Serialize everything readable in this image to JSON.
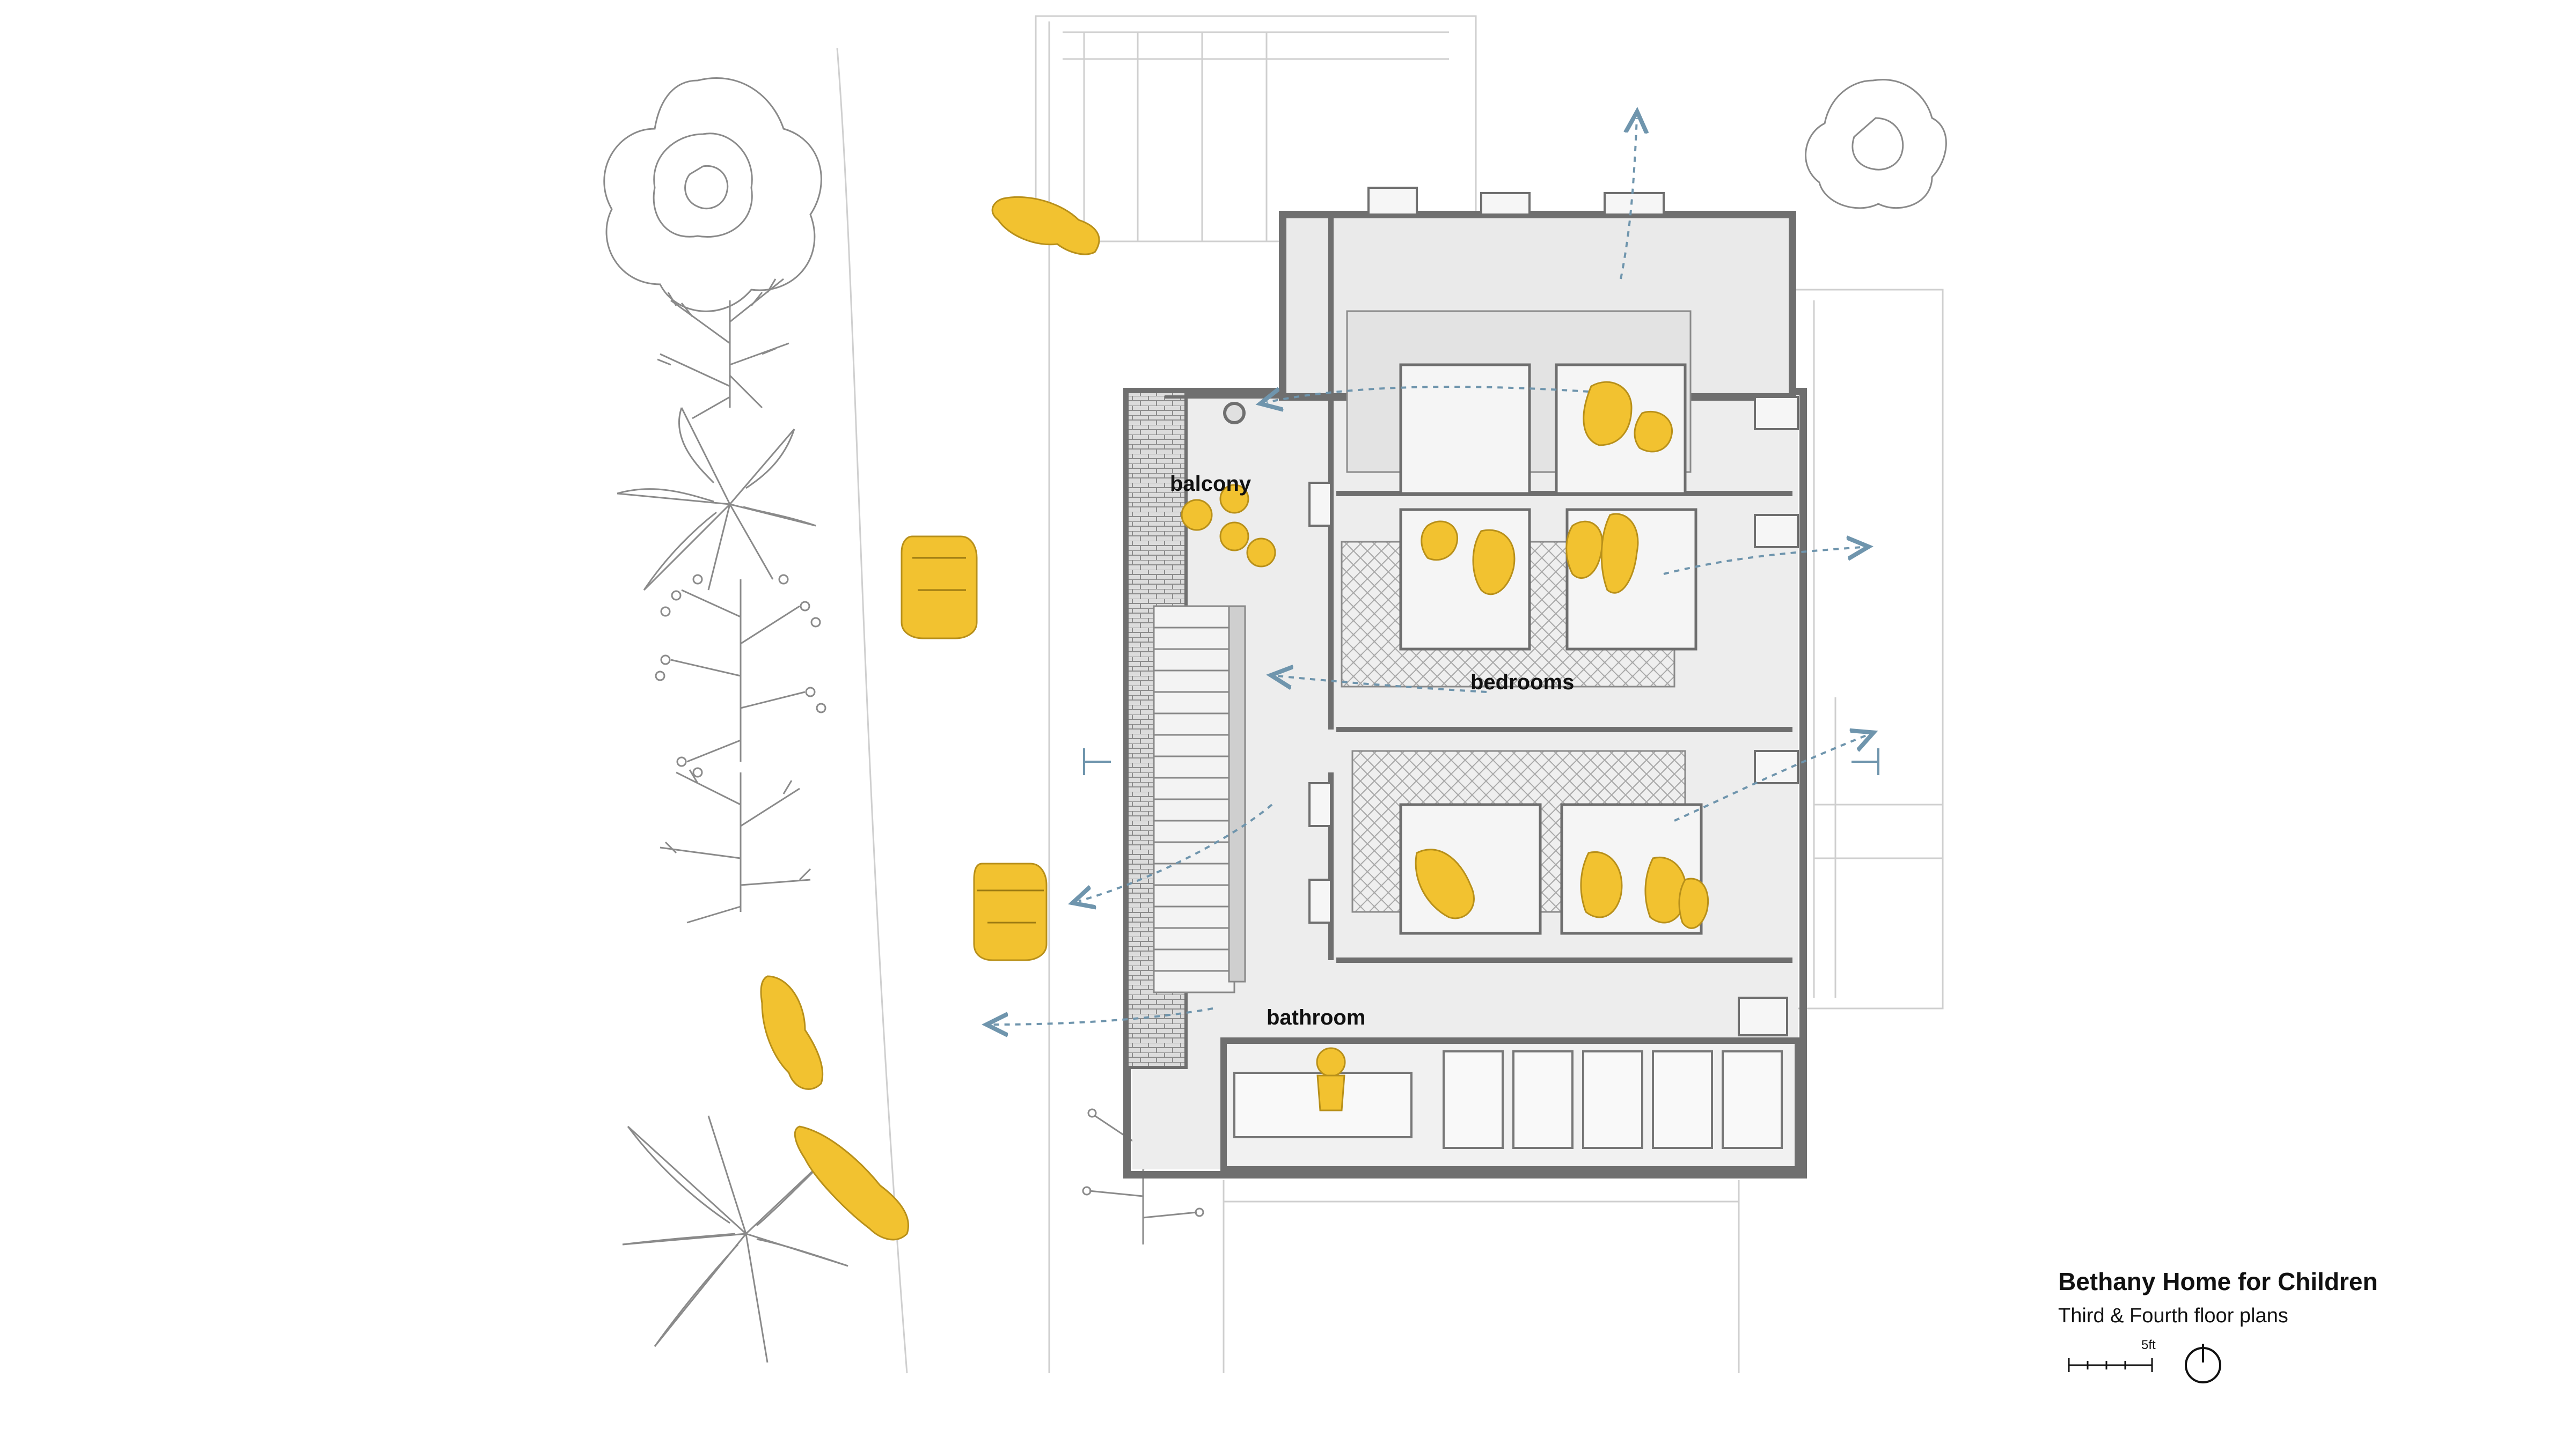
{
  "labels": {
    "balcony": "balcony",
    "bedrooms": "bedrooms",
    "bathroom": "bathroom"
  },
  "legend": {
    "title": "Bethany Home for Children",
    "subtitle": "Third & Fourth floor plans",
    "scale_label": "5ft"
  },
  "colors": {
    "figure": "#F2C230",
    "figure_stroke": "#B8901A",
    "wall": "#7a7a7a",
    "floor": "#e6e6e6",
    "line": "#9a9a9a",
    "context": "#c9c9c9",
    "arrow": "#6f95ad"
  },
  "icons": [
    "north-arrow-icon",
    "tree-icon",
    "dog-icon",
    "backpack-icon",
    "person-icon"
  ]
}
